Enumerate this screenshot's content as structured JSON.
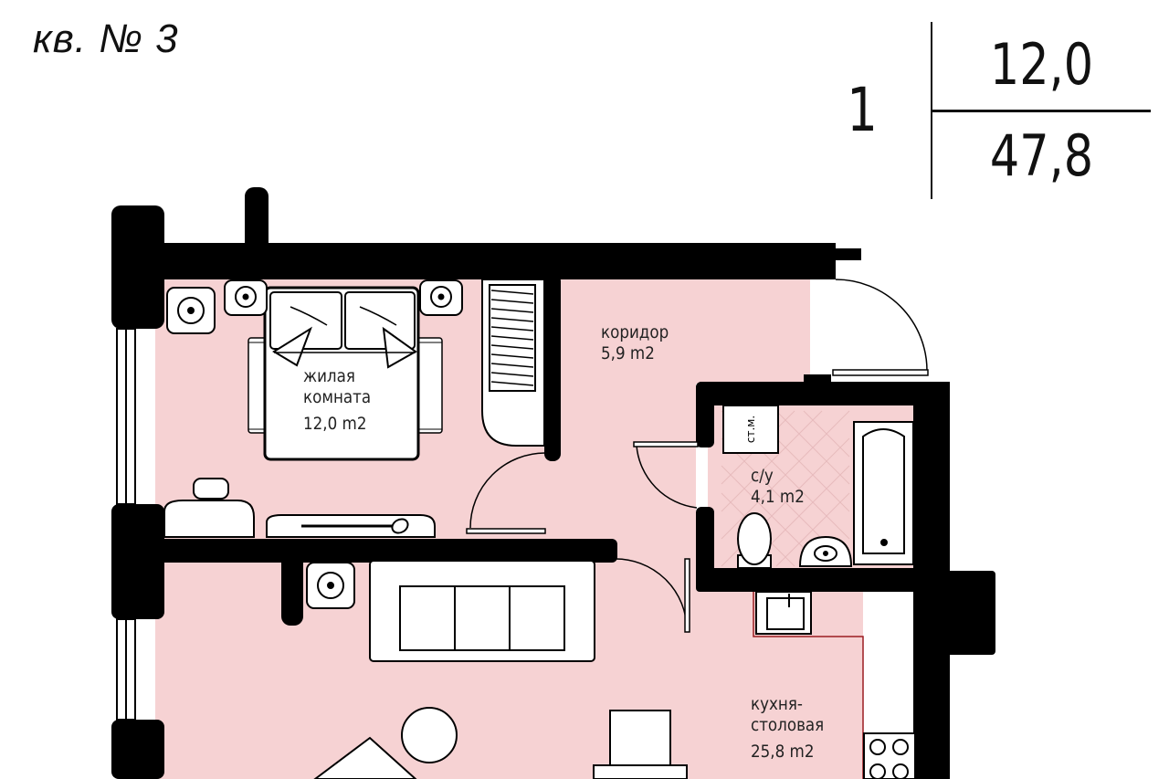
{
  "apartment": {
    "title": "кв. № 3"
  },
  "summary": {
    "rooms": "1",
    "living_area": "12,0",
    "total_area": "47,8"
  },
  "rooms": {
    "living": {
      "name_line1": "жилая",
      "name_line2": "комната",
      "area": "12,0 m2"
    },
    "corridor": {
      "name": "коридор",
      "area": "5,9 m2"
    },
    "bathroom": {
      "name": "с/у",
      "area": "4,1 m2"
    },
    "kitchen": {
      "name_line1": "кухня-",
      "name_line2": "столовая",
      "area": "25,8 m2"
    }
  },
  "fixtures": {
    "riser_label": "ст.м."
  },
  "colors": {
    "room_fill": "#f6d2d3",
    "wall": "#000000",
    "accent_line": "#9c1c22"
  }
}
